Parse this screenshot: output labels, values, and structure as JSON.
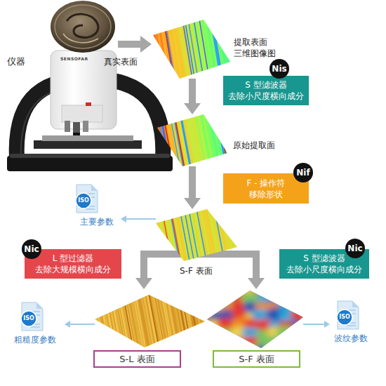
{
  "diagram": {
    "nodes": [
      {
        "text": [
          "提取表面 三维图像图"
        ]
      },
      {
        "text": [
          "Nis"
        ]
      },
      {
        "text": [
          "S 型滤波器 去除小尺度横向成分"
        ]
      },
      {
        "text": [
          "原始提取面"
        ]
      },
      {
        "text": [
          "Nif"
        ]
      },
      {
        "text": [
          "F - 操作符 移除形状"
        ]
      },
      {
        "text": [
          "ISO",
          "主要参数"
        ]
      },
      {
        "text": [
          "S-F 表面"
        ]
      },
      {
        "text": [
          "Nic"
        ]
      },
      {
        "text": [
          "L 型过滤器 去除大规模横向成分"
        ]
      },
      {
        "text": [
          "Nic"
        ]
      },
      {
        "text": [
          "S 型滤波器 去除小尺度横向成分"
        ]
      },
      {
        "text": [
          "ISO",
          "粗糙度参数"
        ]
      },
      {
        "text": [
          "S-L 表面"
        ]
      },
      {
        "text": [
          "S-F 表面"
        ]
      },
      {
        "text": [
          "ISO",
          "波纹参数"
        ]
      }
    ],
    "edges": [
      {
        "from": 0,
        "to": 3,
        "arrow": "to"
      },
      {
        "from": 3,
        "to": 7,
        "arrow": "to"
      },
      {
        "from": 7,
        "to": 6,
        "arrow": "to"
      }
    ],
    "labels": [
      "仪器",
      "真实表面",
      "SENSOFAR"
    ]
  }
}
